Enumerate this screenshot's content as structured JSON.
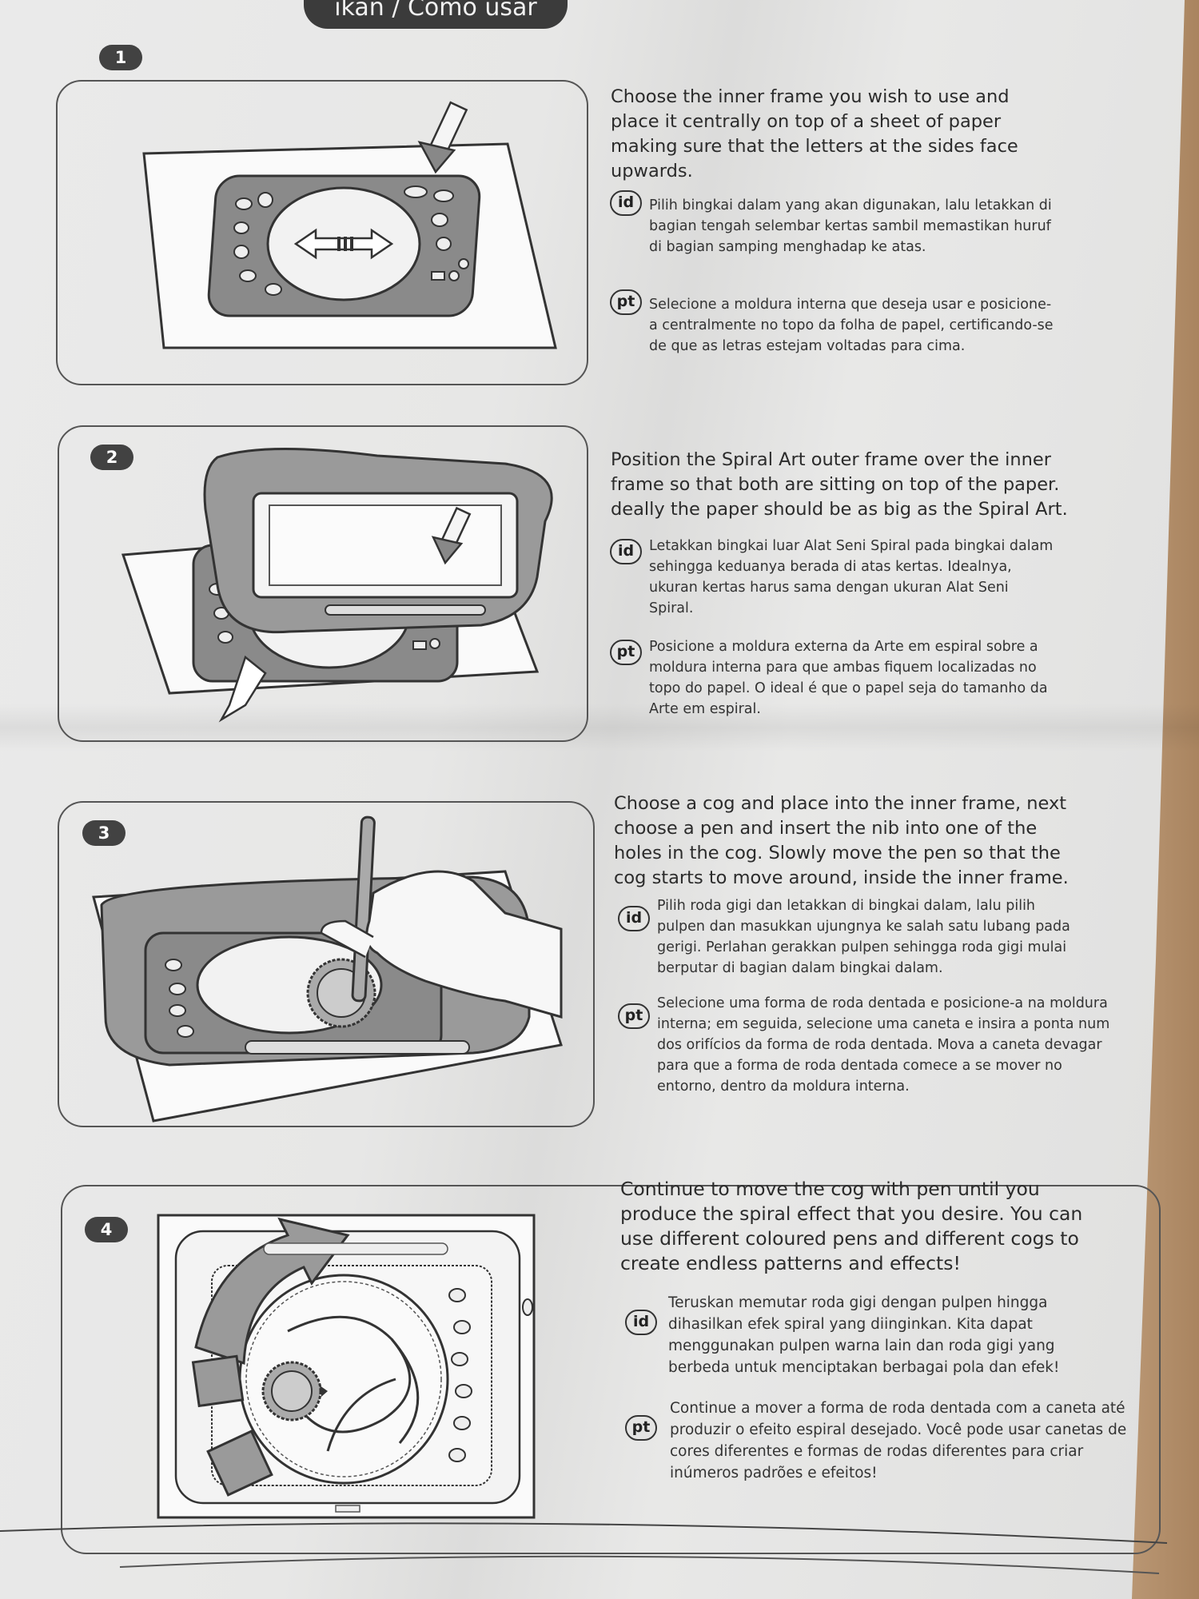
{
  "header": {
    "title": "ikan / Como usar"
  },
  "steps": [
    {
      "number": "1",
      "en": "Choose the inner frame you wish to use and place it centrally on top of a sheet of paper making sure that the letters at the sides face upwards.",
      "id_label": "id",
      "id": "Pilih bingkai dalam yang akan digunakan, lalu letakkan di bagian tengah selembar kertas sambil memastikan huruf di bagian samping menghadap ke atas.",
      "pt_label": "pt",
      "pt": "Selecione a moldura interna que deseja usar e posicione-a centralmente no topo da folha de papel, certificando-se de que as letras estejam voltadas para cima."
    },
    {
      "number": "2",
      "en": "Position the Spiral Art outer frame over the inner frame so that both are sitting on top of the paper. deally the paper should be as big as the Spiral Art.",
      "id_label": "id",
      "id": "Letakkan bingkai luar Alat Seni Spiral pada bingkai dalam sehingga keduanya berada di atas kertas. Idealnya, ukuran kertas harus sama dengan ukuran Alat Seni Spiral.",
      "pt_label": "pt",
      "pt": "Posicione a moldura externa da Arte em espiral sobre a moldura interna para que ambas fiquem localizadas no topo do papel. O ideal é que o papel seja do tamanho da Arte em espiral."
    },
    {
      "number": "3",
      "en": "Choose a cog and place into the inner frame, next choose a pen and insert the nib into one of the holes in the cog. Slowly move the pen so that the cog starts to move around, inside the inner frame.",
      "id_label": "id",
      "id": "Pilih roda gigi dan letakkan di bingkai dalam, lalu pilih pulpen dan masukkan ujungnya ke salah satu lubang pada gerigi. Perlahan gerakkan pulpen sehingga roda gigi mulai berputar di bagian dalam bingkai dalam.",
      "pt_label": "pt",
      "pt": "Selecione uma forma de roda dentada e posicione-a na moldura interna; em seguida, selecione uma caneta e insira a ponta num dos orifícios da forma de roda dentada. Mova a caneta devagar para que a forma de roda dentada comece a se mover no entorno, dentro da moldura interna."
    },
    {
      "number": "4",
      "en": "Continue to move the cog with pen until you produce the spiral effect that you desire. You can use different coloured pens and different cogs to create endless patterns and effects!",
      "id_label": "id",
      "id": "Teruskan memutar roda gigi dengan pulpen hingga dihasilkan efek spiral yang diinginkan. Kita dapat menggunakan pulpen warna lain dan roda gigi yang berbeda untuk menciptakan berbagai pola dan efek!",
      "pt_label": "pt",
      "pt": "Continue a mover a forma de roda dentada com a caneta até produzir o efeito espiral desejado. Você pode usar canetas de cores diferentes e formas de rodas diferentes para criar inúmeros padrões e efeitos!"
    }
  ]
}
